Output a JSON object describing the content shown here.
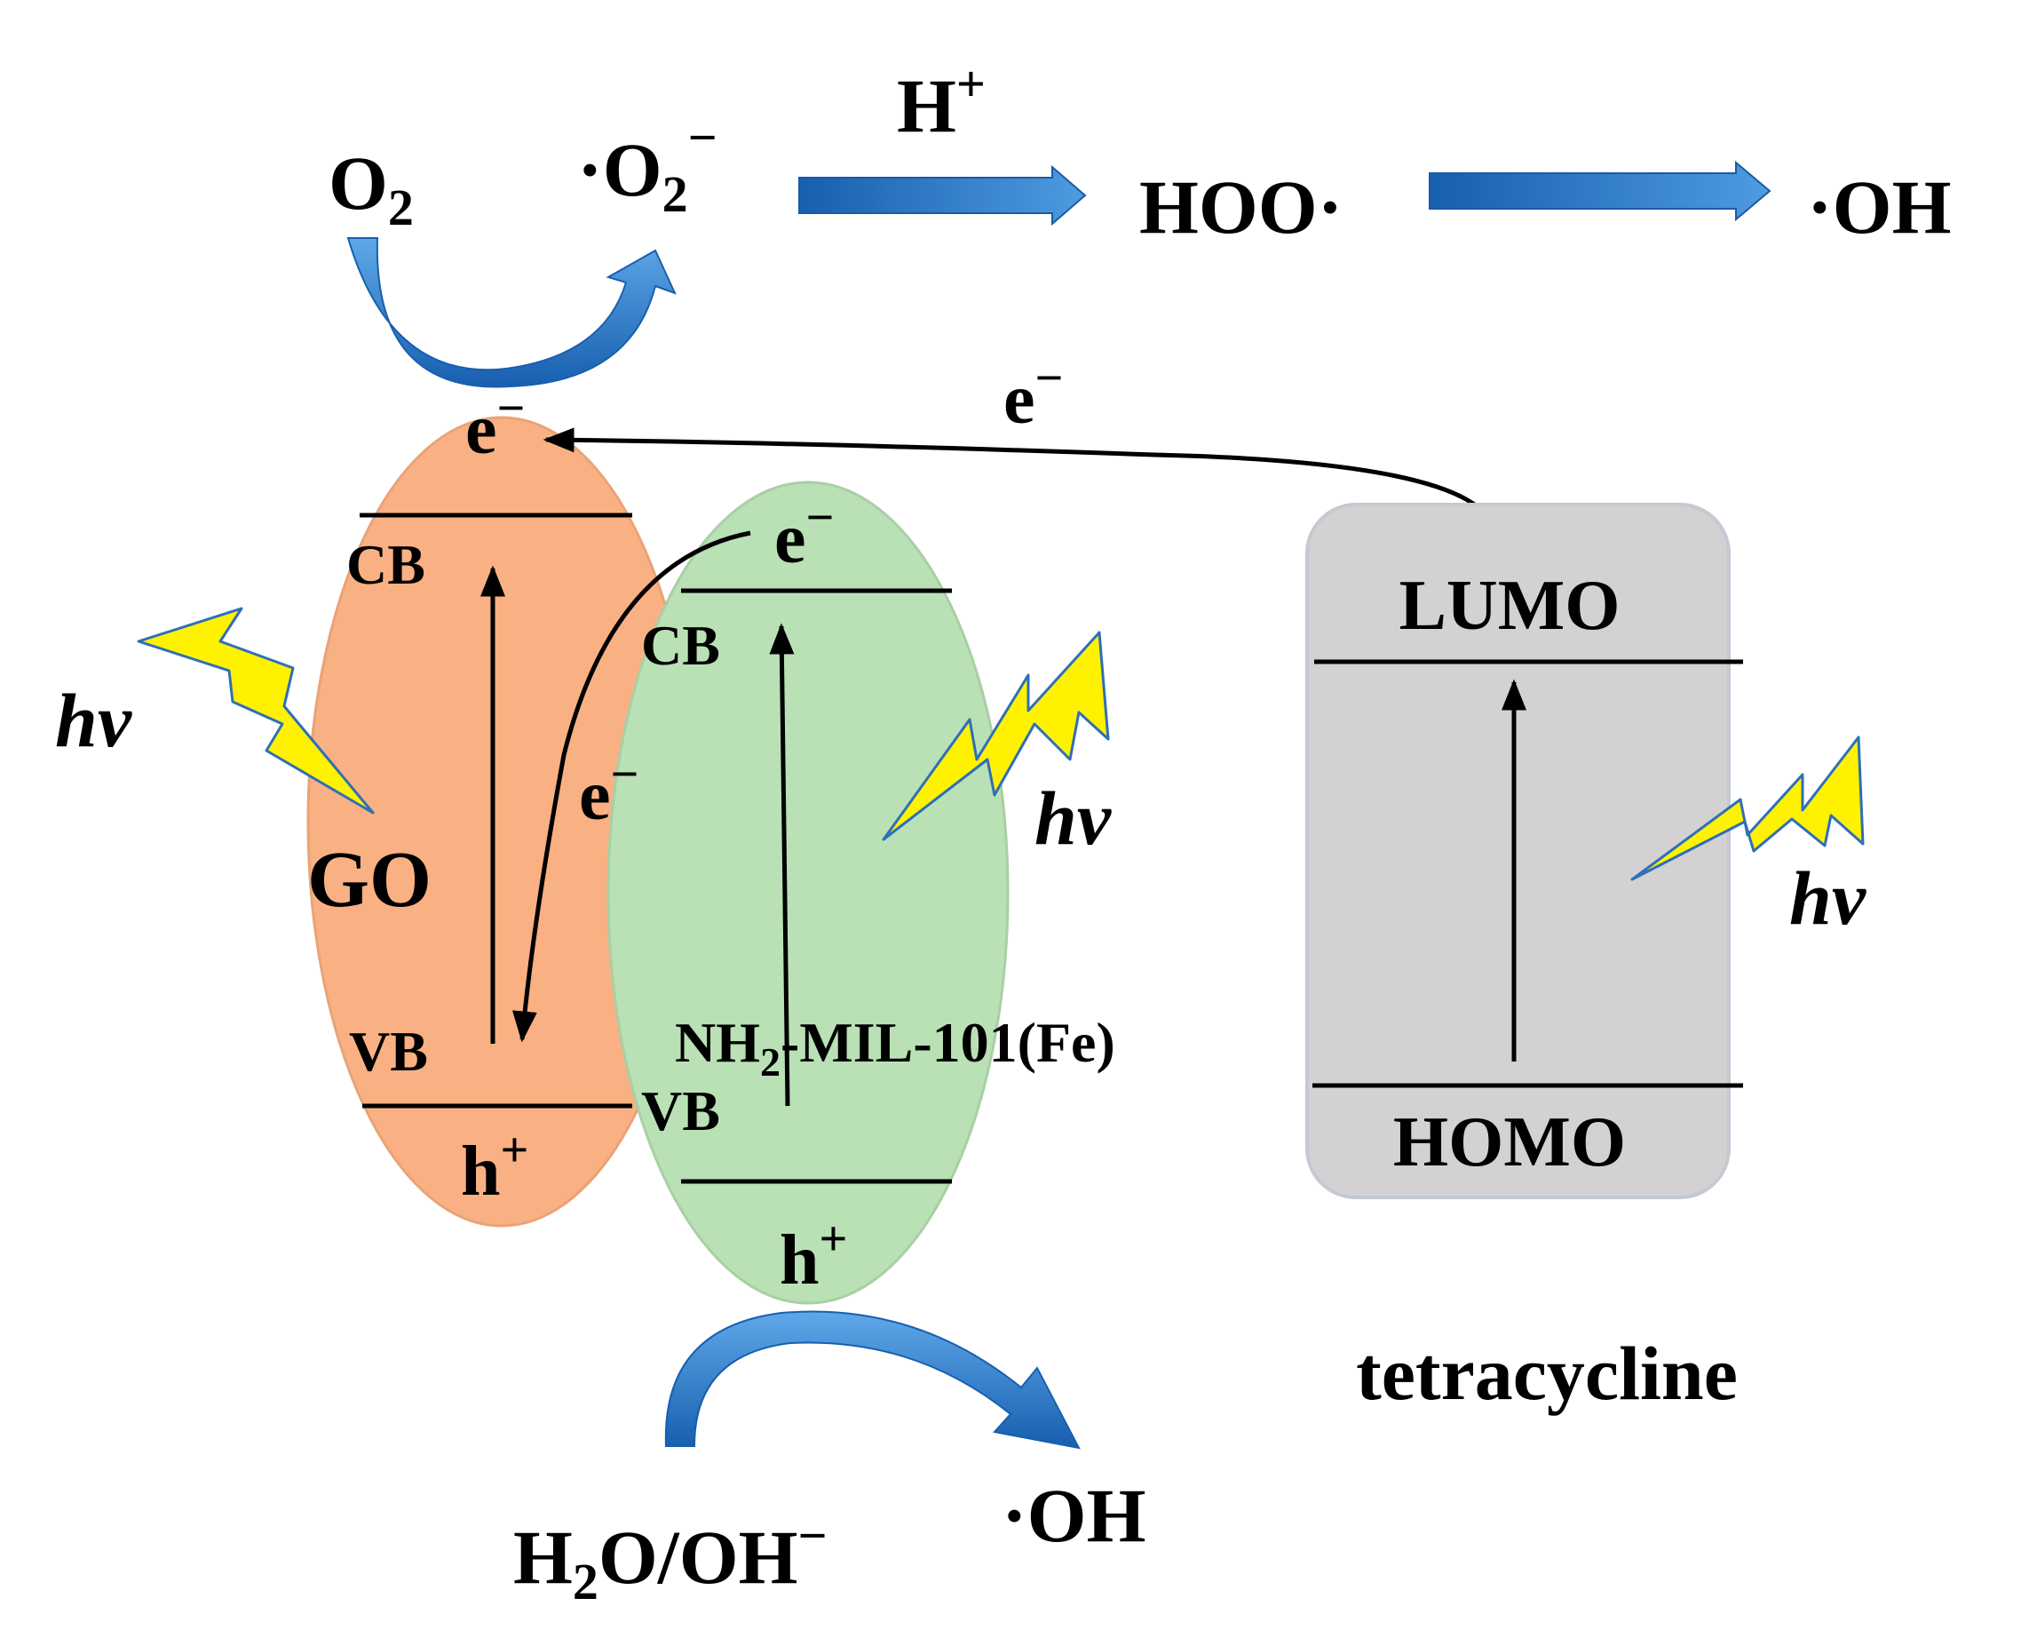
{
  "reactions_top": {
    "o2": {
      "base": "O",
      "sub": "2"
    },
    "superoxide": {
      "dot": "·",
      "base": "O",
      "sub": "2",
      "sup": "−"
    },
    "proton": {
      "base": "H",
      "sup": "+"
    },
    "hydroperoxyl": "HOO·",
    "hydroxyl": "·OH"
  },
  "go": {
    "electron": {
      "base": "e",
      "sup": "−"
    },
    "cb": "CB",
    "vb": "VB",
    "name": "GO",
    "hole": {
      "base": "h",
      "sup": "+"
    }
  },
  "mil": {
    "electron": {
      "base": "e",
      "sup": "−"
    },
    "cb": "CB",
    "vb": "VB",
    "name": {
      "pre": "NH",
      "sub": "2",
      "post": "-MIL-101(Fe)"
    },
    "hole": {
      "base": "h",
      "sup": "+"
    }
  },
  "transfer": {
    "lumo_to_go": {
      "base": "e",
      "sup": "−"
    },
    "mil_to_go": {
      "base": "e",
      "sup": "−"
    }
  },
  "tetracycline": {
    "lumo": "LUMO",
    "homo": "HOMO",
    "name": "tetracycline"
  },
  "light": {
    "hv": "hv"
  },
  "reactions_bottom": {
    "water": {
      "base": "H",
      "sub": "2",
      "post": "O/OH",
      "sup": "−"
    },
    "hydroxyl": "·OH"
  },
  "colors": {
    "go_fill": "#F9B183",
    "mil_fill": "#B9E1B5",
    "tc_fill": "#D4D1D2",
    "arrow_blue": "#1F6FC2",
    "bolt_fill": "#FFF200",
    "bolt_stroke": "#2E6FB8"
  }
}
